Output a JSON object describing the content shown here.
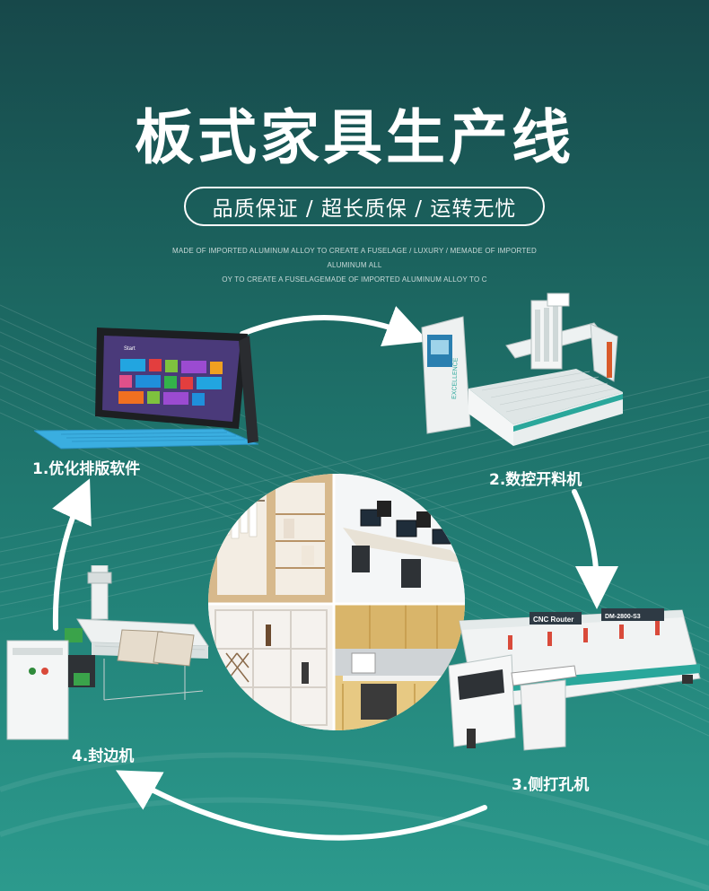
{
  "title": "板式家具生产线",
  "subtitle": "品质保证 / 超长质保 / 运转无忧",
  "english_line1": "MADE OF IMPORTED ALUMINUM ALLOY TO CREATE A FUSELAGE / LUXURY / MEMADE OF IMPORTED ALUMINUM ALL",
  "english_line2": "OY TO CREATE A FUSELAGEMADE OF IMPORTED ALUMINUM ALLOY TO C",
  "steps": {
    "s1": "1.优化排版软件",
    "s2": "2.数控开料机",
    "s3": "3.侧打孔机",
    "s4": "4.封边机"
  },
  "machine_labels": {
    "router_brand": "CNC Router",
    "router_model": "DM-2800-S3",
    "cutter_brand": "EXCELLENCE",
    "tablet_header": "Start"
  },
  "colors": {
    "accent": "#2aa79b",
    "tablet_keyboard": "#3aaee0",
    "machine_white": "#f1f3f3"
  }
}
